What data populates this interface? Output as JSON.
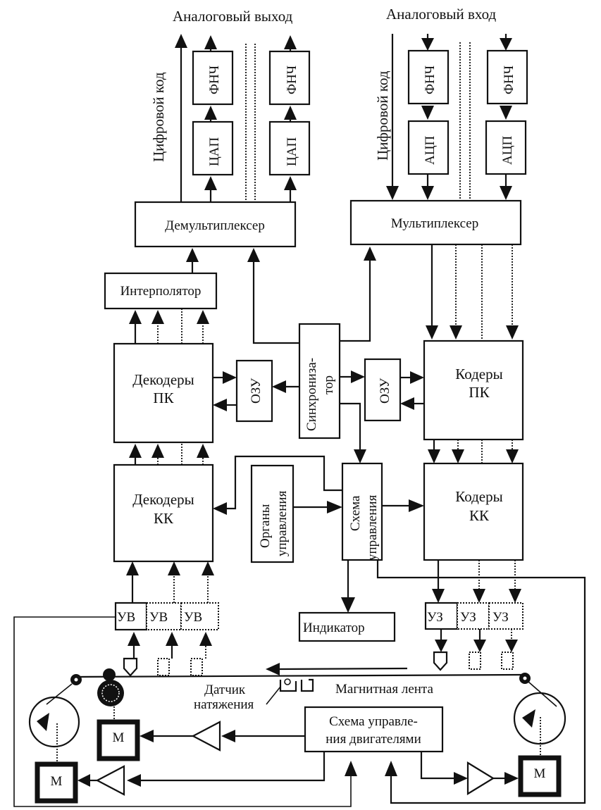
{
  "diagram": {
    "type": "block-diagram",
    "subject": "Digital audio tape recorder block diagram",
    "labels": {
      "analog_out": "Аналоговый выход",
      "analog_in": "Аналоговый вход",
      "digital_code_out": "Цифровой код",
      "digital_code_in": "Цифровой код",
      "lpf": "ФНЧ",
      "dac": "ЦАП",
      "adc": "АЦП",
      "demux": "Демультиплексер",
      "mux": "Мультиплексер",
      "interpolator": "Интерполятор",
      "decoders_pk_1": "Декодеры",
      "decoders_pk_2": "ПК",
      "coders_pk_1": "Кодеры",
      "coders_pk_2": "ПК",
      "ram": "ОЗУ",
      "sync_1": "Синхрониза-",
      "sync_2": "тор",
      "decoders_kk_1": "Декодеры",
      "decoders_kk_2": "КК",
      "coders_kk_1": "Кодеры",
      "coders_kk_2": "КК",
      "controls_1": "Органы",
      "controls_2": "управления",
      "control_circuit_1": "Схема",
      "control_circuit_2": "управления",
      "indicator": "Индикатор",
      "playback_amp": "УВ",
      "record_amp": "УЗ",
      "tension_sensor_1": "Датчик",
      "tension_sensor_2": "натяжения",
      "magnetic_tape": "Магнитная лента",
      "motor_control_1": "Схема управле-",
      "motor_control_2": "ния двигателями",
      "motor": "М"
    }
  }
}
